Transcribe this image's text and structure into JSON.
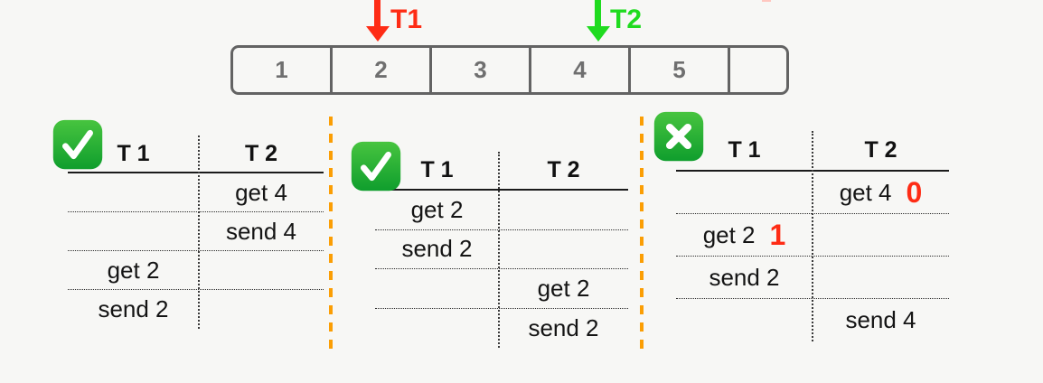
{
  "pointers": [
    {
      "label": "T1",
      "color": "#fe2c15",
      "points_to_cell": "2"
    },
    {
      "label": "T2",
      "color": "#1fdb1f",
      "points_to_cell": "4"
    }
  ],
  "buffer": {
    "cells": [
      "1",
      "2",
      "3",
      "4",
      "5",
      ""
    ]
  },
  "colors": {
    "red": "#fe2c15",
    "green": "#1fdb1f",
    "orange_separator": "#fb9e04",
    "array_border": "#636363",
    "array_number": "#6f6f6f",
    "text": "#141414"
  },
  "schedules": [
    {
      "verdict": "valid",
      "icon": "check-mark-emoji",
      "headers": {
        "t1": "T 1",
        "t2": "T 2"
      },
      "rows": [
        {
          "t1": "",
          "t2": "get 4"
        },
        {
          "t1": "",
          "t2": "send 4"
        },
        {
          "t1": "get 2",
          "t2": ""
        },
        {
          "t1": "send 2",
          "t2": ""
        }
      ]
    },
    {
      "verdict": "valid",
      "icon": "check-mark-emoji",
      "headers": {
        "t1": "T 1",
        "t2": "T 2"
      },
      "rows": [
        {
          "t1": "get 2",
          "t2": ""
        },
        {
          "t1": "send 2",
          "t2": ""
        },
        {
          "t1": "",
          "t2": "get 2"
        },
        {
          "t1": "",
          "t2": "send 2"
        }
      ]
    },
    {
      "verdict": "invalid",
      "icon": "cross-mark-emoji",
      "headers": {
        "t1": "T 1",
        "t2": "T 2"
      },
      "rows": [
        {
          "t1": "",
          "t2": "get 4",
          "t2_note": "0"
        },
        {
          "t1": "get 2",
          "t1_note": "1",
          "t2": ""
        },
        {
          "t1": "send 2",
          "t2": ""
        },
        {
          "t1": "",
          "t2": "send 4"
        }
      ]
    }
  ]
}
